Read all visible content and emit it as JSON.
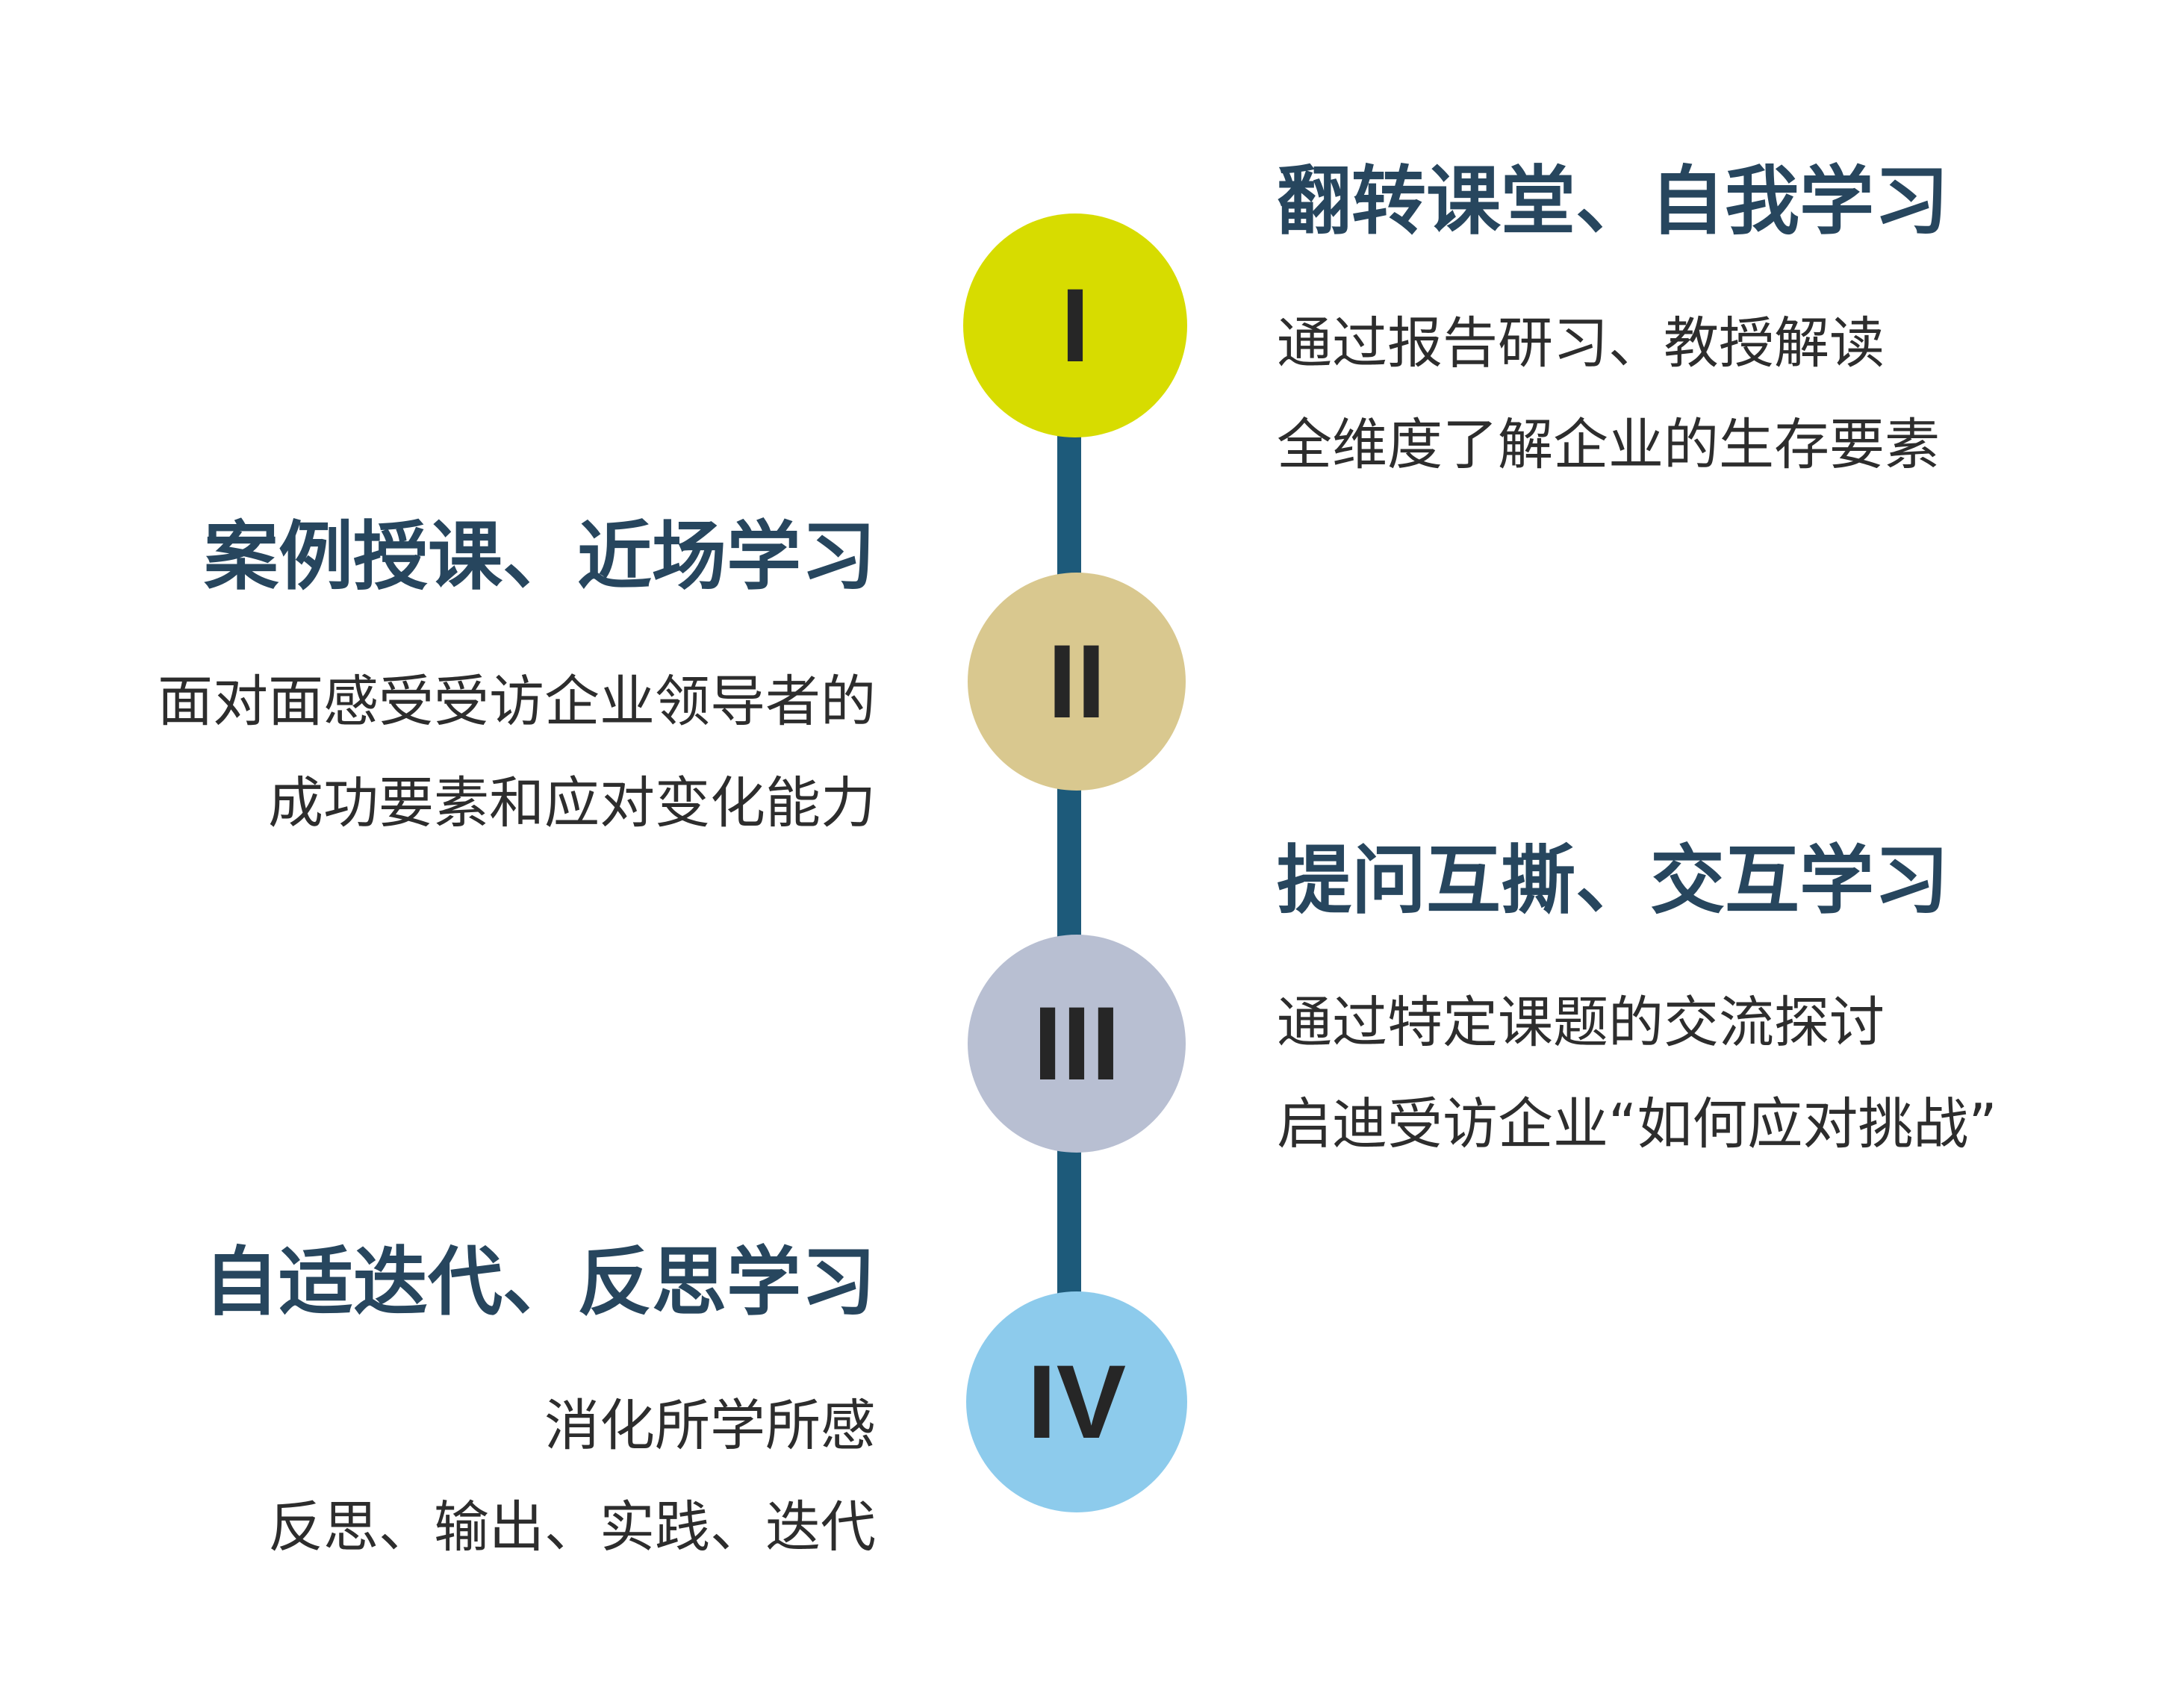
{
  "colors": {
    "connector": "#1d5a7a",
    "title": "#27465e",
    "text": "#2d2d2d",
    "node_1": "#d7dc00",
    "node_2": "#d9c88f",
    "node_3": "#b8bfd2",
    "node_4": "#8dcbec"
  },
  "steps": [
    {
      "numeral": "I",
      "title": "翻转课堂、自我学习",
      "lines": [
        "通过报告研习、教授解读",
        "全维度了解企业的生存要素"
      ]
    },
    {
      "numeral": "II",
      "title": "案例授课、近场学习",
      "lines": [
        "面对面感受受访企业领导者的",
        "成功要素和应对变化能力"
      ]
    },
    {
      "numeral": "III",
      "title": "提问互撕、交互学习",
      "lines": [
        "通过特定课题的交流探讨",
        "启迪受访企业“如何应对挑战”"
      ]
    },
    {
      "numeral": "IV",
      "title": "自适迭代、反思学习",
      "lines": [
        "消化所学所感",
        "反思、输出、实践、迭代"
      ]
    }
  ]
}
